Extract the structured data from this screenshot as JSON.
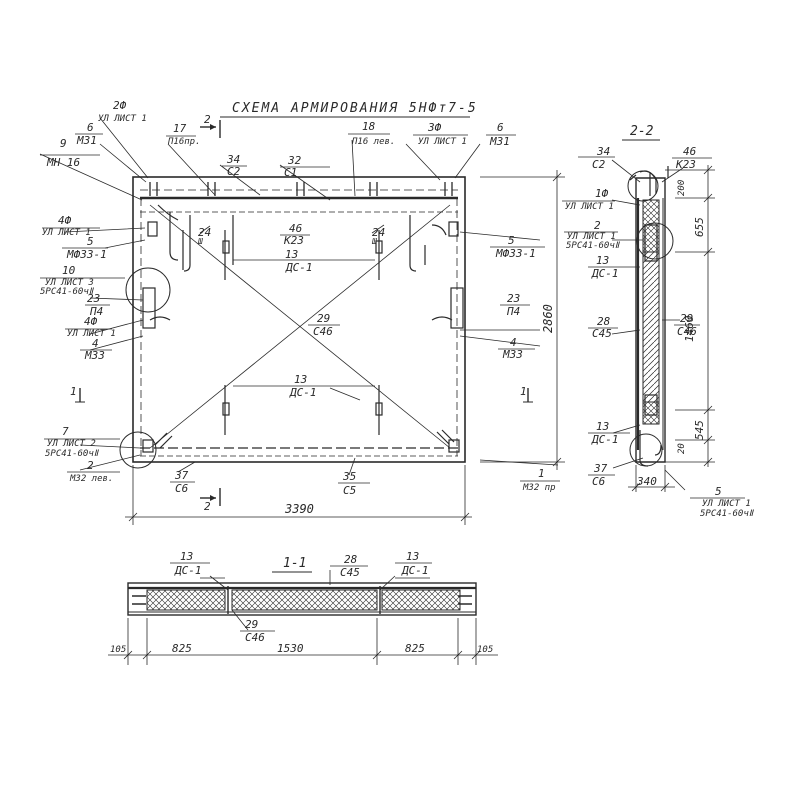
{
  "title": "СХЕМА АРМИРОВАНИЯ 5НФт7-5",
  "sections": {
    "s22": "2-2",
    "s11": "1-1"
  },
  "section_marks": [
    "1",
    "1",
    "2",
    "2"
  ],
  "plan_labels": {
    "l2f_num": "2Ф",
    "l2f_ref": "УЛ ЛИСТ 1",
    "l6a_num": "6",
    "l6a_code": "М31",
    "l9_num": "9",
    "l9_code": "МН 16",
    "l17_num": "17",
    "l17_code": "П16пр.",
    "l18_num": "18",
    "l18_code": "П16 лев.",
    "l3f_num": "3Ф",
    "l3f_ref": "УЛ ЛИСТ 1",
    "l6b_num": "6",
    "l6b_code": "М31",
    "l34_num": "34",
    "l34_code": "С2",
    "l32_num": "32",
    "l32_code": "С1",
    "l4fa_num": "4Ф",
    "l4fa_ref": "УЛ ЛИСТ 1",
    "l5a_num": "5",
    "l5a_code": "МФ33-1",
    "l5b_num": "5",
    "l5b_code": "МФ33-1",
    "l24a_num": "24",
    "l24a_code": "Ш",
    "l24b_num": "24",
    "l24b_code": "Ш",
    "l46_num": "46",
    "l46_code": "К23",
    "l13a_num": "13",
    "l13a_code": "ДС-1",
    "l10_num": "10",
    "l10_ref": "УЛ ЛИСТ 3",
    "l10_code": "5РС41-60чⅡ",
    "l23a_num": "23",
    "l23a_code": "П4",
    "l23b_num": "23",
    "l23b_code": "П4",
    "l4fb_num": "4Ф",
    "l4fb_ref": "УЛ ЛИСТ 1",
    "l4a_num": "4",
    "l4a_code": "М33",
    "l4b_num": "4",
    "l4b_code": "М33",
    "l29_num": "29",
    "l29_code": "С46",
    "l13b_num": "13",
    "l13b_code": "ДС-1",
    "l7_num": "7",
    "l7_ref": "УЛ ЛИСТ 2",
    "l7_code": "5РС41-60чⅡ",
    "l2_num": "2",
    "l2_code": "М32 лев.",
    "l37_num": "37",
    "l37_code": "С6",
    "l35_num": "35",
    "l35_code": "С5",
    "l1_num": "1",
    "l1_code": "М32 пр"
  },
  "plan_dims": {
    "width": "3390",
    "height": "2860"
  },
  "s22_labels": {
    "l34_num": "34",
    "l34_code": "С2",
    "l46_num": "46",
    "l46_code": "К23",
    "l1f_num": "1Ф",
    "l1f_ref": "УЛ ЛИСТ 1",
    "l2_num": "2",
    "l2_ref": "УЛ ЛИСТ 1",
    "l2_code": "5РС41-60чⅡ",
    "l13a_num": "13",
    "l13a_code": "ДС-1",
    "l28_num": "28",
    "l28_code": "С45",
    "l29_num": "29",
    "l29_code": "С46",
    "l13b_num": "13",
    "l13b_code": "ДС-1",
    "l37_num": "37",
    "l37_code": "С6",
    "l5_num": "5",
    "l5_ref": "УЛ ЛИСТ 1",
    "l5_code": "5РС41-60чⅡ"
  },
  "s22_dims": {
    "d200": "200",
    "d655": "655",
    "d1460": "1460",
    "d545": "545",
    "d20": "20",
    "d340": "340"
  },
  "s11_labels": {
    "l13a_num": "13",
    "l13a_code": "ДС-1",
    "l28_num": "28",
    "l28_code": "С45",
    "l13b_num": "13",
    "l13b_code": "ДС-1",
    "l29_num": "29",
    "l29_code": "С46"
  },
  "s11_dims": {
    "d105a": "105",
    "d825a": "825",
    "d1530": "1530",
    "d825b": "825",
    "d105b": "105"
  }
}
